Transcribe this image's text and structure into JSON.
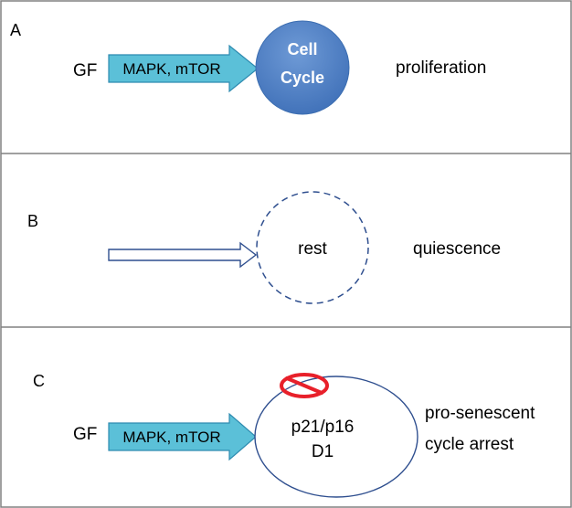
{
  "panels": [
    {
      "letter": "A",
      "input": "GF",
      "arrow_text": "MAPK, mTOR",
      "circle_line1": "Cell",
      "circle_line2": "Cycle",
      "outcome": "proliferation"
    },
    {
      "letter": "B",
      "circle_text": "rest",
      "outcome": "quiescence"
    },
    {
      "letter": "C",
      "input": "GF",
      "arrow_text": "MAPK, mTOR",
      "circle_line1": "p21/p16",
      "circle_line2": "D1",
      "outcome_line1": "pro-senescent",
      "outcome_line2": "cycle arrest"
    }
  ],
  "colors": {
    "border": "#808080",
    "arrow_fill": "#5bc0d8",
    "arrow_stroke": "#2e8bb0",
    "circle_fill": "#4a7fc4",
    "circle_stroke": "#3b6db0",
    "outline": "#2f4f8f",
    "no_sign": "#e8202a"
  },
  "icons": [
    "right-arrow",
    "circle",
    "dashed-circle",
    "prohibited-sign"
  ]
}
